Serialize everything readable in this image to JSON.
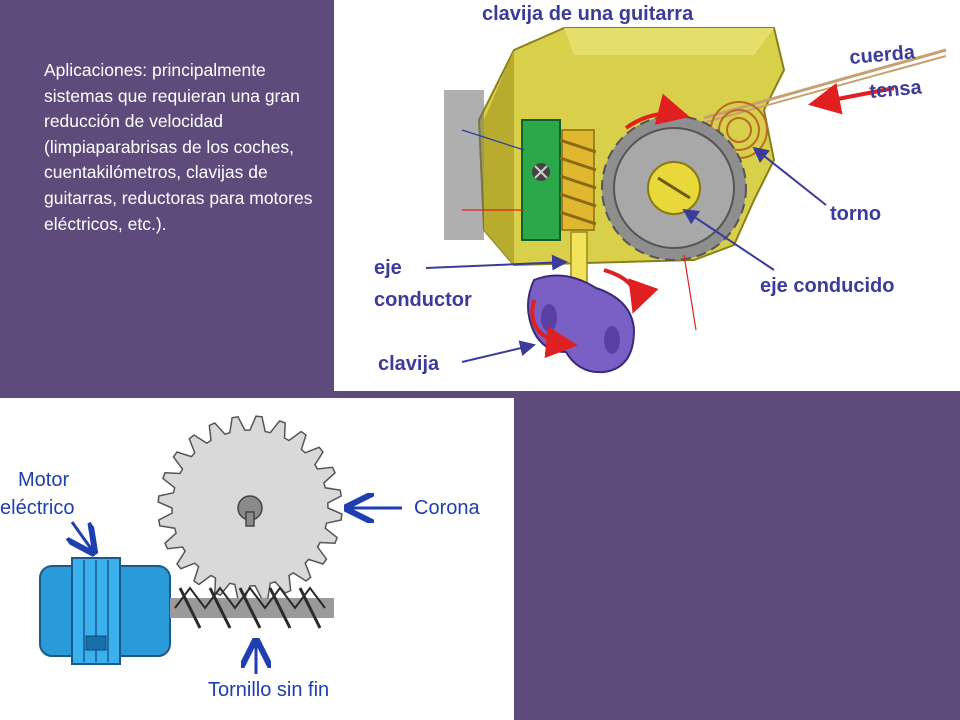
{
  "slide": {
    "text": "Aplicaciones: principalmente sistemas que requieran una gran reducción de velocidad (limpiaparabrisas de los coches, cuentakilómetros, clavijas de guitarras, reductoras para motores eléctricos, etc.).",
    "background_color": "#5e4b7b"
  },
  "guitar_diagram": {
    "title": "clavija de una guitarra",
    "labels": {
      "cuerda": "cuerda",
      "tensa": "tensa",
      "torno": "torno",
      "eje_conductor_1": "eje",
      "eje_conductor_2": "conductor",
      "eje_conducido": "eje conducido",
      "clavija": "clavija"
    },
    "colors": {
      "label": "#3b3b9a",
      "wood": "#d8d04a",
      "arrow": "#e02020",
      "peg": "#7a5fc4"
    }
  },
  "worm_diagram": {
    "labels": {
      "motor_1": "Motor",
      "motor_2": "eléctrico",
      "corona": "Corona",
      "tornillo": "Tornillo sin fin"
    },
    "colors": {
      "label": "#1d3fb0",
      "motor": "#2a9ad8",
      "gear": "#d9d9d9"
    }
  }
}
